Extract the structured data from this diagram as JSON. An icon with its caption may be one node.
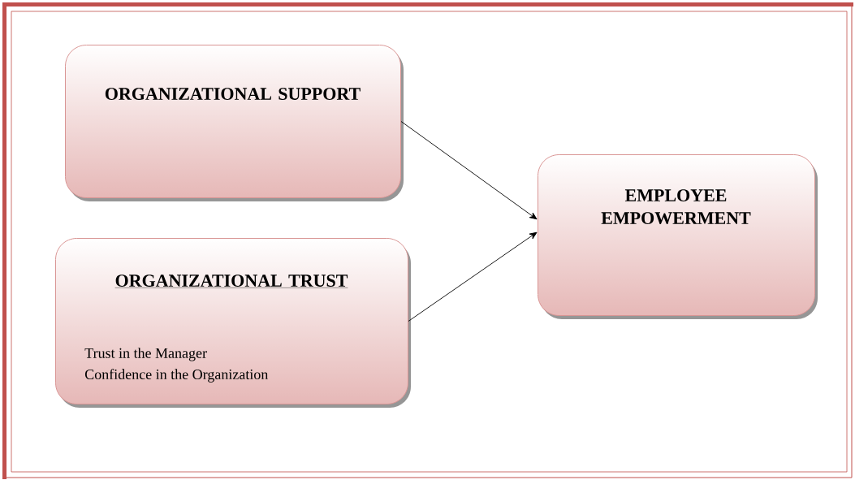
{
  "diagram": {
    "nodes": [
      {
        "text": [
          "ORGANIZATIONAL SUPPORT"
        ]
      },
      {
        "text": [
          "ORGANIZATIONAL TRUST",
          "Trust in the Manager",
          "Confidence in the Organization"
        ]
      },
      {
        "text": [
          "EMPLOYEE EMPOWERMENT"
        ]
      }
    ],
    "edges": [
      {
        "from": 0,
        "to": 2,
        "arrow": "to"
      },
      {
        "from": 1,
        "to": 2,
        "arrow": "to"
      }
    ]
  }
}
